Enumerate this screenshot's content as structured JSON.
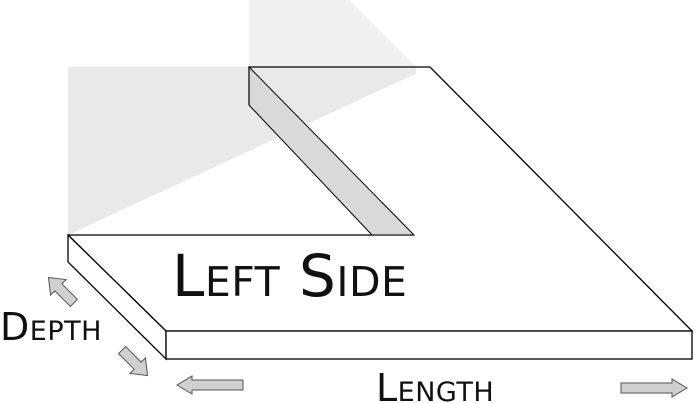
{
  "diagram": {
    "top_label": "Left Side",
    "depth_label": "Depth",
    "length_label": "Length"
  },
  "colors": {
    "background": "#ffffff",
    "outline": "#000000",
    "ghost_panel_fill": "#e9e9e9",
    "ghost_panel_upper_fill": "#f0f0f0",
    "bevel_fill": "#d9d9d9",
    "arrow_fill": "#d0d0d0",
    "arrow_stroke": "#555555",
    "label_text": "#111111"
  }
}
